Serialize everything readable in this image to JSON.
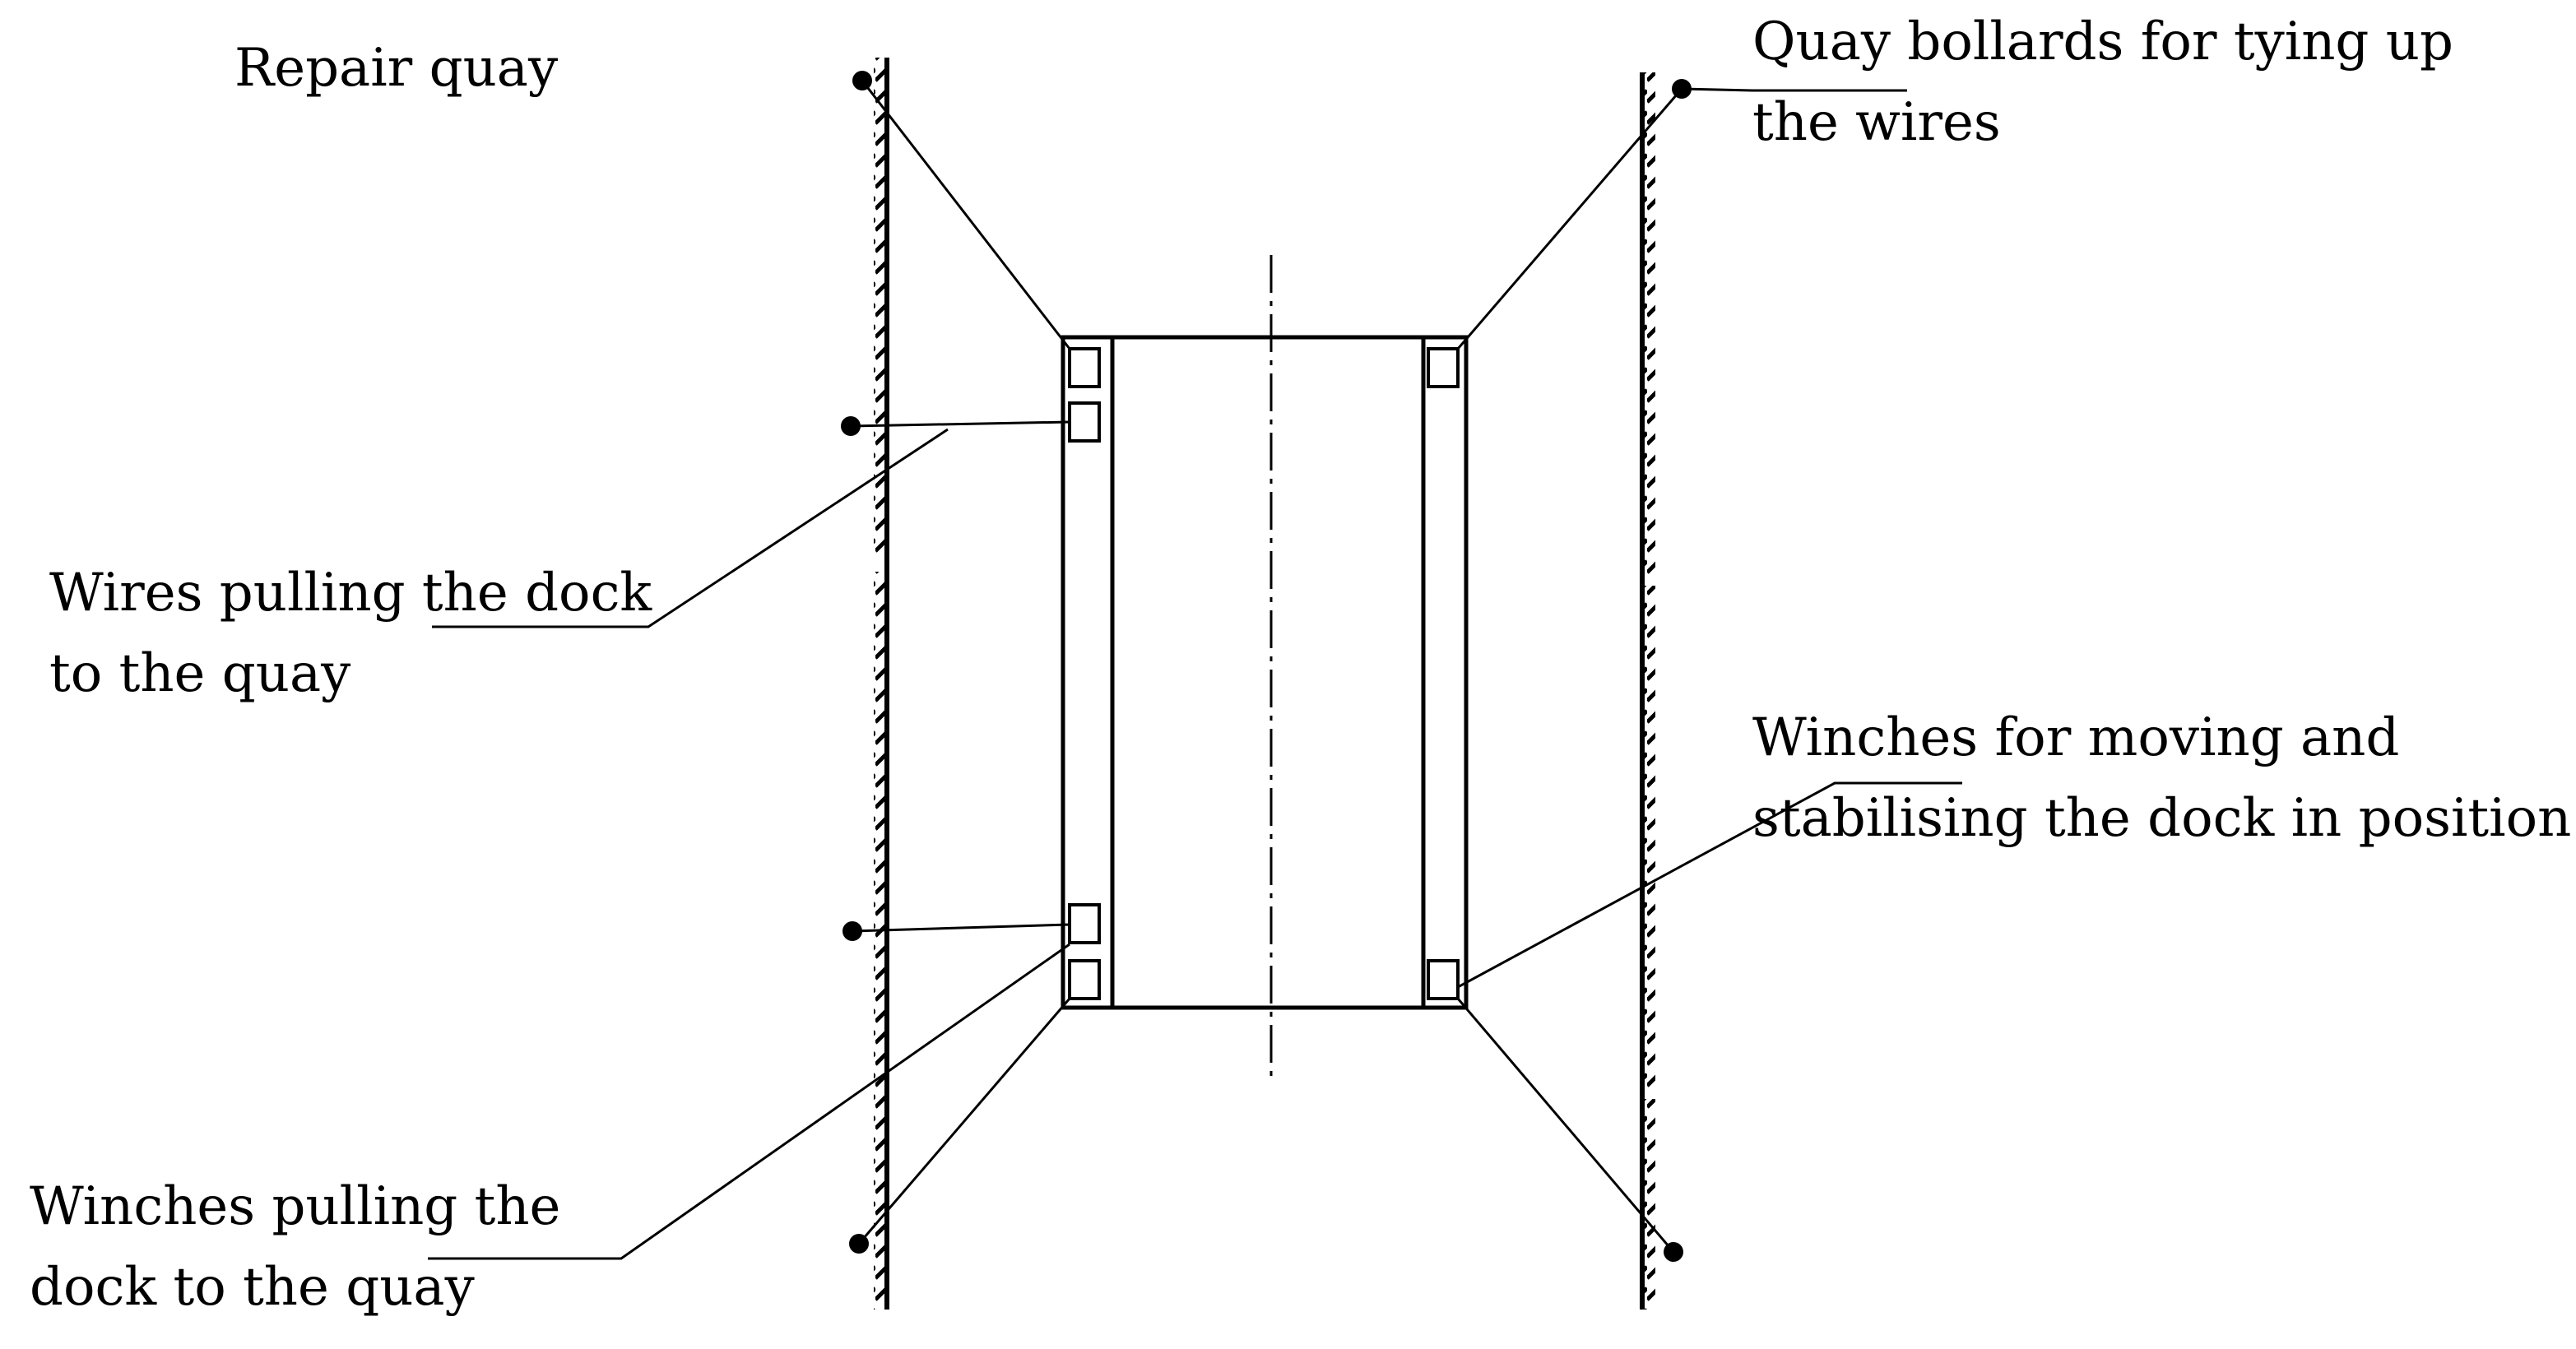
{
  "labels": {
    "repair_quay": "Repair quay",
    "quay_bollards": [
      "Quay bollards for tying up",
      "the wires"
    ],
    "wires_pulling": [
      "Wires pulling the dock",
      "to the quay"
    ],
    "winches_moving": [
      "Winches for moving and",
      "stabilising the dock in position"
    ],
    "winches_pulling": [
      "Winches pulling the",
      "dock to the quay"
    ]
  },
  "colors": {
    "line": "#000000",
    "background": "#ffffff"
  }
}
